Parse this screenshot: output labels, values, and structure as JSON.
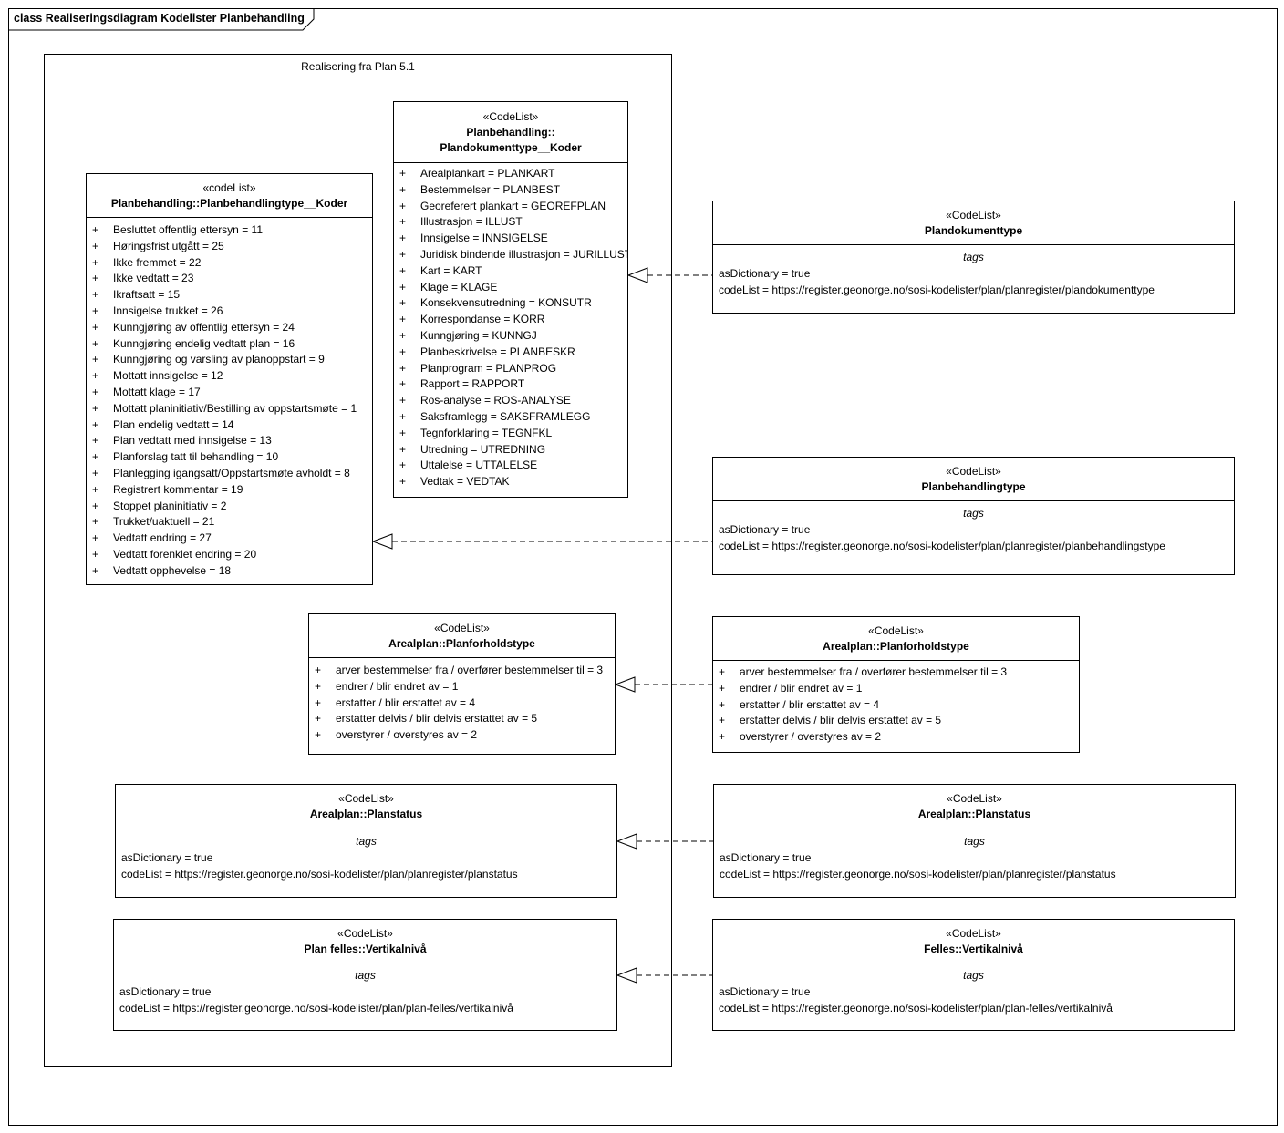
{
  "diagram": {
    "title": "class Realiseringsdiagram Kodelister Planbehandling",
    "package_label": "Realisering fra Plan 5.1",
    "tags_label": "tags"
  },
  "classes": {
    "plandokumenttype_koder": {
      "stereotype": "«CodeList»",
      "name_line1": "Planbehandling::",
      "name_line2": "Plandokumenttype__Koder",
      "attributes": [
        "Arealplankart = PLANKART",
        "Bestemmelser = PLANBEST",
        "Georeferert plankart = GEOREFPLAN",
        "Illustrasjon = ILLUST",
        "Innsigelse = INNSIGELSE",
        "Juridisk bindende illustrasjon = JURILLUST",
        "Kart = KART",
        "Klage = KLAGE",
        "Konsekvensutredning = KONSUTR",
        "Korrespondanse = KORR",
        "Kunngjøring = KUNNGJ",
        "Planbeskrivelse = PLANBESKR",
        "Planprogram = PLANPROG",
        "Rapport = RAPPORT",
        "Ros-analyse = ROS-ANALYSE",
        "Saksframlegg = SAKSFRAMLEGG",
        "Tegnforklaring = TEGNFKL",
        "Utredning = UTREDNING",
        "Uttalelse = UTTALELSE",
        "Vedtak = VEDTAK"
      ]
    },
    "planbehandlingtype_koder": {
      "stereotype": "«codeList»",
      "name": "Planbehandling::Planbehandlingtype__Koder",
      "attributes": [
        "Besluttet offentlig ettersyn = 11",
        "Høringsfrist utgått = 25",
        "Ikke fremmet = 22",
        "Ikke vedtatt = 23",
        "Ikraftsatt = 15",
        "Innsigelse trukket = 26",
        "Kunngjøring av offentlig ettersyn = 24",
        "Kunngjøring endelig vedtatt plan = 16",
        "Kunngjøring og varsling av planoppstart = 9",
        "Mottatt innsigelse = 12",
        "Mottatt klage = 17",
        "Mottatt planinitiativ/Bestilling av oppstartsmøte = 1",
        "Plan endelig vedtatt = 14",
        "Plan vedtatt med innsigelse = 13",
        "Planforslag tatt til behandling = 10",
        "Planlegging igangsatt/Oppstartsmøte avholdt = 8",
        "Registrert kommentar = 19",
        "Stoppet planinitiativ = 2",
        "Trukket/uaktuell = 21",
        "Vedtatt endring = 27",
        "Vedtatt forenklet endring = 20",
        "Vedtatt opphevelse = 18"
      ]
    },
    "planforholdstype_inner": {
      "stereotype": "«CodeList»",
      "name": "Arealplan::Planforholdstype",
      "attributes": [
        "arver bestemmelser fra / overfører bestemmelser til = 3",
        "endrer / blir endret av = 1",
        "erstatter / blir erstattet av = 4",
        "erstatter delvis / blir delvis erstattet av  = 5",
        "overstyrer / overstyres av = 2"
      ]
    },
    "planstatus_inner": {
      "stereotype": "«CodeList»",
      "name": "Arealplan::Planstatus",
      "tags": [
        "asDictionary = true",
        "codeList = https://register.geonorge.no/sosi-kodelister/plan/planregister/planstatus"
      ]
    },
    "vertikalniva_inner": {
      "stereotype": "«CodeList»",
      "name": "Plan felles::Vertikalnivå",
      "tags": [
        "asDictionary = true",
        "codeList = https://register.geonorge.no/sosi-kodelister/plan/plan-felles/vertikalnivå"
      ]
    },
    "plandokumenttype": {
      "stereotype": "«CodeList»",
      "name": "Plandokumenttype",
      "tags": [
        "asDictionary = true",
        "codeList = https://register.geonorge.no/sosi-kodelister/plan/planregister/plandokumenttype"
      ]
    },
    "planbehandlingtype": {
      "stereotype": "«CodeList»",
      "name": "Planbehandlingtype",
      "tags": [
        "asDictionary = true",
        "codeList = https://register.geonorge.no/sosi-kodelister/plan/planregister/planbehandlingstype"
      ]
    },
    "planforholdstype_outer": {
      "stereotype": "«CodeList»",
      "name": "Arealplan::Planforholdstype",
      "attributes": [
        "arver bestemmelser fra / overfører bestemmelser til = 3",
        "endrer / blir endret av = 1",
        "erstatter / blir erstattet av = 4",
        "erstatter delvis / blir delvis erstattet av  = 5",
        "overstyrer / overstyres av = 2"
      ]
    },
    "planstatus_outer": {
      "stereotype": "«CodeList»",
      "name": "Arealplan::Planstatus",
      "tags": [
        "asDictionary = true",
        "codeList = https://register.geonorge.no/sosi-kodelister/plan/planregister/planstatus"
      ]
    },
    "vertikalniva_outer": {
      "stereotype": "«CodeList»",
      "name": "Felles::Vertikalnivå",
      "tags": [
        "asDictionary = true",
        "codeList = https://register.geonorge.no/sosi-kodelister/plan/plan-felles/vertikalnivå"
      ]
    }
  }
}
